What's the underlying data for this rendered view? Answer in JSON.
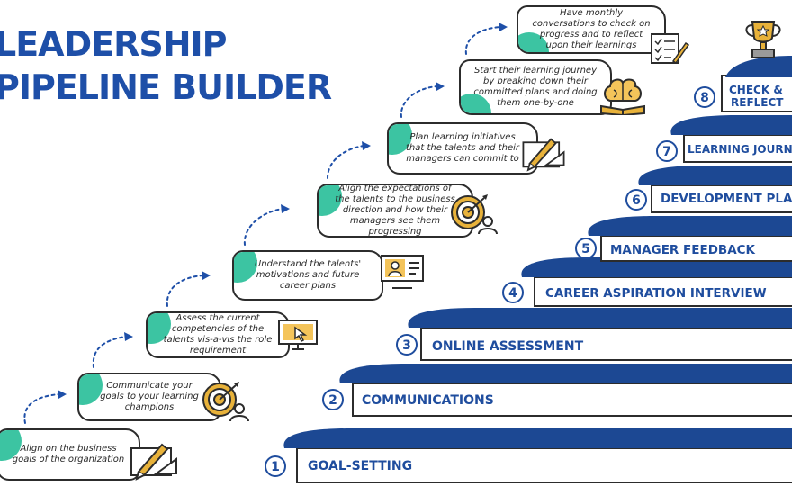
{
  "title": {
    "line1": "LEADERSHIP",
    "line2": "PIPELINE BUILDER"
  },
  "colors": {
    "brand_blue": "#1e4fa8",
    "teal": "#3cc4a2",
    "ink": "#2c2c2c",
    "gold": "#e8b23a"
  },
  "steps": [
    {
      "num": "1",
      "label": "GOAL-SETTING"
    },
    {
      "num": "2",
      "label": "COMMUNICATIONS"
    },
    {
      "num": "3",
      "label": "ONLINE ASSESSMENT"
    },
    {
      "num": "4",
      "label": "CAREER ASPIRATION INTERVIEW"
    },
    {
      "num": "5",
      "label": "MANAGER FEEDBACK"
    },
    {
      "num": "6",
      "label": "DEVELOPMENT PLAN"
    },
    {
      "num": "7",
      "label": "LEARNING JOURNEY"
    },
    {
      "num": "8",
      "label": "CHECK &",
      "label2": "REFLECT"
    }
  ],
  "bubbles": [
    {
      "text": "Align on the business goals of the organization",
      "icon": "pencil-ruler-icon"
    },
    {
      "text": "Communicate your goals to your learning champions",
      "icon": "target-person-icon"
    },
    {
      "text": "Assess the current competencies of the talents vis-a-vis the role requirement",
      "icon": "monitor-cursor-icon"
    },
    {
      "text": "Understand the talents' motivations and future career plans",
      "icon": "video-call-icon"
    },
    {
      "text": "Align the expectations of the talents to the business direction and how their managers see them progressing",
      "icon": "target-person-icon"
    },
    {
      "text": "Plan learning initiatives that the talents and their managers can commit to",
      "icon": "pencil-ruler-icon"
    },
    {
      "text": "Start their learning journey by breaking down their committed plans and doing them one-by-one",
      "icon": "brain-book-icon"
    },
    {
      "text": "Have monthly conversations to check on progress and to reflect upon their learnings",
      "icon": "checklist-pen-icon"
    }
  ],
  "trophy_icon": "trophy-icon"
}
